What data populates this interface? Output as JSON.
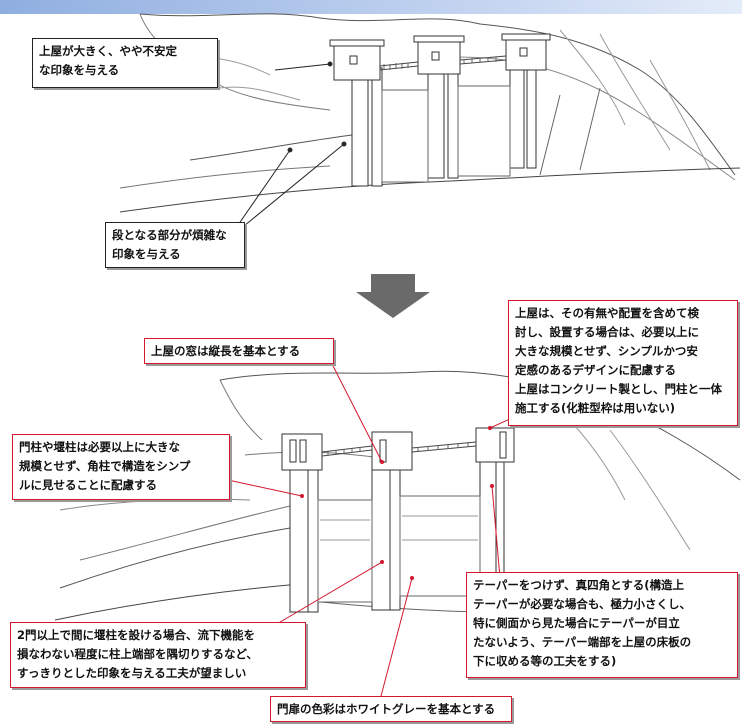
{
  "colors": {
    "leader_black": "#222222",
    "leader_red": "#d4162e",
    "arrow": "#6a6a6a",
    "header_bar": "#8faee0"
  },
  "before": {
    "callout_superstructure": "上屋が大きく、やや不安定\nな印象を与える",
    "callout_steps": "段となる部分が煩雑な\n印象を与える"
  },
  "after": {
    "callout_window": "上屋の窓は縦長を基本とする",
    "callout_superstructure_design": "上屋は、その有無や配置を含めて検\n討し、設置する場合は、必要以上に\n大きな規模とせず、シンプルかつ安\n定感のあるデザインに配慮する\n上屋はコンクリート製とし、門柱と一体\n施工する(化粧型枠は用いない)",
    "callout_pillars": "門柱や堰柱は必要以上に大きな\n規模とせず、角柱で構造をシンプ\nルに見せることに配慮する",
    "callout_taper": "テーパーをつけず、真四角とする(構造上\nテーパーが必要な場合も、極力小さくし、\n特に側面から見た場合にテーパーが目立\nたないよう、テーパー端部を上屋の床板の\n下に収める等の工夫をする)",
    "callout_pier_corner": "2門以上で間に堰柱を設ける場合、流下機能を\n損なわない程度に柱上端部を隅切りするなど、\nすっきりとした印象を与える工夫が望ましい",
    "callout_gate_color": "門扉の色彩はホワイトグレーを基本とする"
  }
}
